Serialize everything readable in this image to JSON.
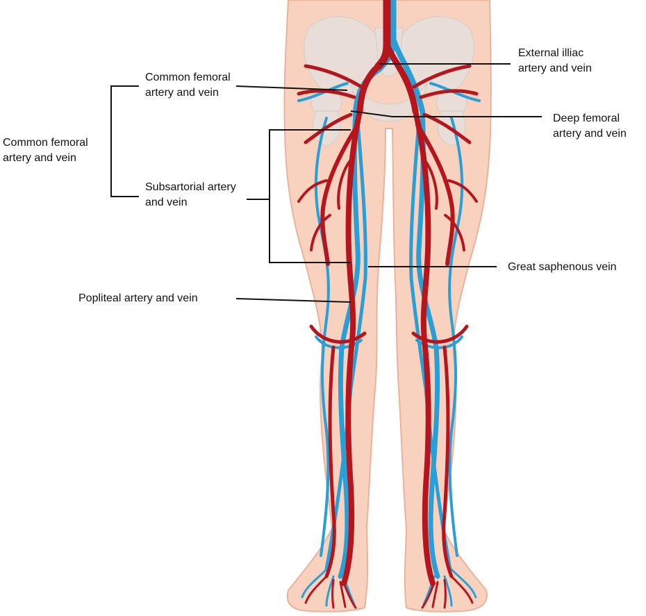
{
  "labels": {
    "external_iliac": {
      "line1": "External illiac",
      "line2": "artery and vein"
    },
    "common_femoral_inner": {
      "line1": "Common femoral",
      "line2": "artery and vein"
    },
    "common_femoral_outer": {
      "line1": "Common femoral",
      "line2": "artery and vein"
    },
    "deep_femoral": {
      "line1": "Deep femoral",
      "line2": "artery and vein"
    },
    "subsartorial": {
      "line1": "Subsartorial artery",
      "line2": "and vein"
    },
    "great_saphenous": {
      "line1": "Great saphenous vein"
    },
    "popliteal": {
      "line1": "Popliteal artery and vein"
    }
  },
  "colors": {
    "skin": "#f8d2be",
    "skin_outline": "#eab29a",
    "bone": "#e6e1dc",
    "artery": "#b5151d",
    "vein": "#2a9fd6",
    "leader_line": "#111111"
  }
}
